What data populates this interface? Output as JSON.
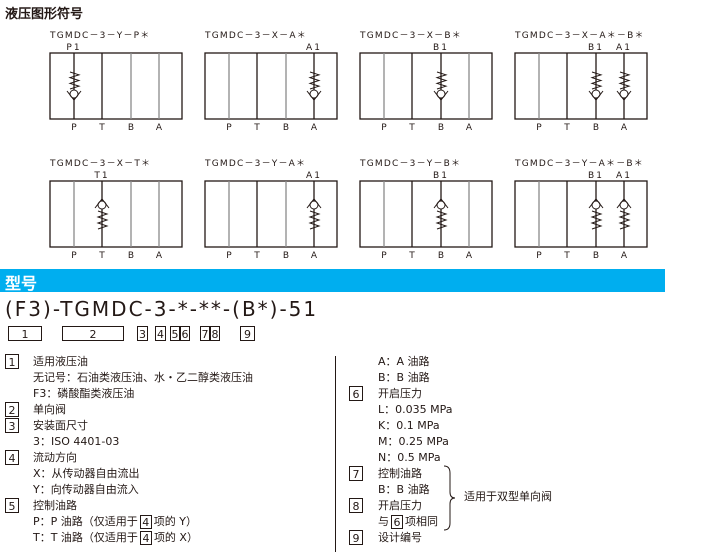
{
  "section_title": "液压图形符号",
  "diagrams": [
    {
      "title": "TGMDC－3－Y－P＊",
      "ports": [
        "P",
        "T",
        "B",
        "A"
      ],
      "valves": [
        {
          "port": 0,
          "label": "P1"
        }
      ],
      "ball": "bottom"
    },
    {
      "title": "TGMDC－3－X－A＊",
      "ports": [
        "P",
        "T",
        "B",
        "A"
      ],
      "valves": [
        {
          "port": 3,
          "label": "A1"
        }
      ],
      "ball": "bottom"
    },
    {
      "title": "TGMDC－3－X－B＊",
      "ports": [
        "P",
        "T",
        "B",
        "A"
      ],
      "valves": [
        {
          "port": 2,
          "label": "B1"
        }
      ],
      "ball": "bottom"
    },
    {
      "title": "TGMDC－3－X－A＊－B＊",
      "ports": [
        "P",
        "T",
        "B",
        "A"
      ],
      "valves": [
        {
          "port": 2,
          "label": "B1"
        },
        {
          "port": 3,
          "label": "A1"
        }
      ],
      "ball": "bottom"
    },
    {
      "title": "TGMDC－3－X－T＊",
      "ports": [
        "P",
        "T",
        "B",
        "A"
      ],
      "valves": [
        {
          "port": 1,
          "label": "T1"
        }
      ],
      "ball": "top"
    },
    {
      "title": "TGMDC－3－Y－A＊",
      "ports": [
        "P",
        "T",
        "B",
        "A"
      ],
      "valves": [
        {
          "port": 3,
          "label": "A1"
        }
      ],
      "ball": "top"
    },
    {
      "title": "TGMDC－3－Y－B＊",
      "ports": [
        "P",
        "T",
        "B",
        "A"
      ],
      "valves": [
        {
          "port": 2,
          "label": "B1"
        }
      ],
      "ball": "top"
    },
    {
      "title": "TGMDC－3－Y－A＊－B＊",
      "ports": [
        "P",
        "T",
        "B",
        "A"
      ],
      "valves": [
        {
          "port": 2,
          "label": "B1"
        },
        {
          "port": 3,
          "label": "A1"
        }
      ],
      "ball": "top"
    }
  ],
  "model_header": "型号",
  "model_code": "(F3)-TGMDC-3-*-**-(B*)-51",
  "code_boxes": [
    "1",
    "2",
    "3",
    "4",
    "5",
    "6",
    "7",
    "8",
    "9"
  ],
  "left_list": [
    {
      "box": "1",
      "text": "适用液压油"
    },
    {
      "text": "无记号：石油类液压油、水・乙二醇类液压油"
    },
    {
      "text": "F3：磷酸酯类液压油"
    },
    {
      "box": "2",
      "text": "单向阀"
    },
    {
      "box": "3",
      "text": "安装面尺寸"
    },
    {
      "text": "3：ISO 4401-03"
    },
    {
      "box": "4",
      "text": "流动方向"
    },
    {
      "text": "X：从传动器自由流出"
    },
    {
      "text": "Y：向传动器自由流入"
    },
    {
      "box": "5",
      "text": "控制油路"
    },
    {
      "text": "P：P 油路（仅适用于",
      "ref": "4",
      "suffix": "项的 Y）"
    },
    {
      "text": "T：T 油路（仅适用于",
      "ref": "4",
      "suffix": "项的 X）"
    }
  ],
  "right_list": [
    {
      "text": "A：A 油路"
    },
    {
      "text": "B：B 油路"
    },
    {
      "box": "6",
      "text": "开启压力"
    },
    {
      "text": "L：0.035 MPa"
    },
    {
      "text": "K：0.1 MPa"
    },
    {
      "text": "M：0.25 MPa"
    },
    {
      "text": "N：0.5 MPa"
    },
    {
      "box": "7",
      "text": "控制油路"
    },
    {
      "text": "B：B 油路"
    },
    {
      "box": "8",
      "text": "开启压力"
    },
    {
      "text": "与",
      "ref": "6",
      "suffix": "项相同"
    },
    {
      "box": "9",
      "text": "设计编号"
    }
  ],
  "bracket_note": "适用于双型单向阀",
  "colors": {
    "accent": "#00aeef",
    "ink": "#231815",
    "gray_line": "#888888"
  }
}
